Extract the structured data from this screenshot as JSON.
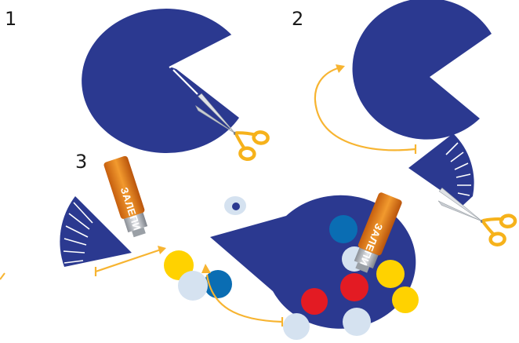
{
  "steps": [
    {
      "number": "1"
    },
    {
      "number": "2"
    },
    {
      "number": "3"
    }
  ],
  "glue": {
    "label": "ЗАЛЕПИ"
  },
  "colors": {
    "paper_blue": "#2b3990",
    "arrow_orange": "#f7b431",
    "scissors_handle": "#f6b21b",
    "blade_gray": "#c9cdd2",
    "yellow_dot": "#ffd200",
    "red_dot": "#e31b23",
    "blue_dot": "#0a6db3",
    "pale_dot": "#d5e2f0",
    "glue_orange": "#e67e22"
  },
  "icons": [
    "scissors-icon",
    "glue-stick-icon",
    "curved-arrow-icon"
  ]
}
